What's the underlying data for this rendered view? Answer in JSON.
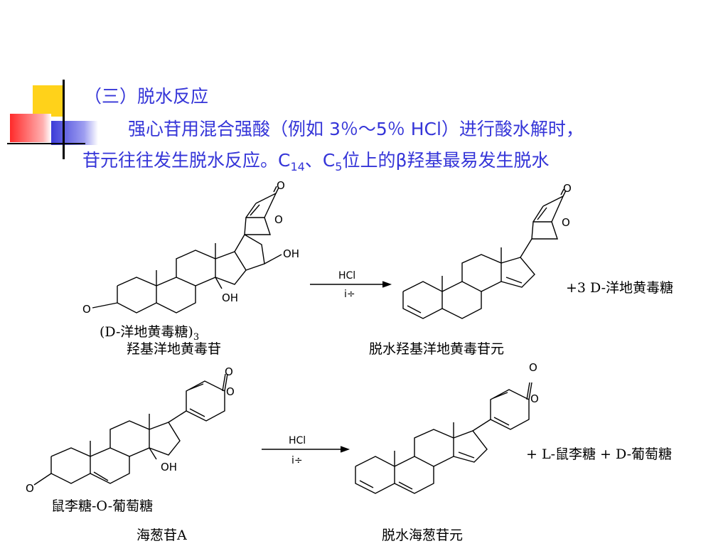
{
  "slide": {
    "section_heading": "（三）脱水反应",
    "para_line1_pre": "强心苷用混合强酸（例如 3％～5％ HCl）进行酸水解时，",
    "para_line2_pre": "苷元往往发生脱水反应。C",
    "para_line2_sub1": "14",
    "para_line2_mid": "、C",
    "para_line2_sub2": "5",
    "para_line2_post": "位上的β羟基最易发生脱水"
  },
  "reaction1": {
    "reactant_sugar_pre": "(D-洋地黄毒糖)",
    "reactant_sugar_sub": "3",
    "reactant_name": "羟基洋地黄毒苷",
    "reagent_top": "HCl",
    "reagent_bottom": "i÷",
    "product_name": "脱水羟基洋地黄毒苷元",
    "byproduct": "+3 D-洋地黄毒糖",
    "atom_o": "O",
    "atom_oh": "OH"
  },
  "reaction2": {
    "reactant_sugar": "鼠李糖-O-葡萄糖",
    "reactant_name": "海葱苷A",
    "reagent_top": "HCl",
    "reagent_bottom": "i÷",
    "product_name": "脱水海葱苷元",
    "byproduct": "+ L-鼠李糖 + D-葡萄糖",
    "atom_o": "O",
    "atom_oh": "OH"
  },
  "colors": {
    "heading_text": "#3535d8",
    "deco_yellow": "#ffd21a",
    "deco_red": "#ff4040",
    "deco_blue": "#4040e0"
  }
}
